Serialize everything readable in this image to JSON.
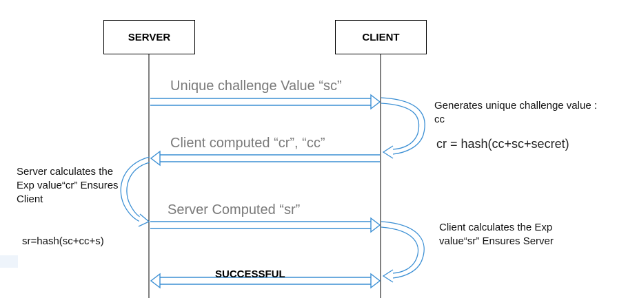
{
  "actors": {
    "server": "SERVER",
    "client": "CLIENT"
  },
  "messages": [
    {
      "label": "Unique challenge Value “sc”",
      "direction": "server-to-client"
    },
    {
      "label": "Client computed “cr”, “cc”",
      "direction": "client-to-server"
    },
    {
      "label": "Server Computed “sr”",
      "direction": "server-to-client"
    },
    {
      "label": "SUCCESSFUL",
      "direction": "both"
    }
  ],
  "notes": {
    "client_generates": "Generates unique challenge value : cc",
    "client_formula": "cr = hash(cc+sc+secret)",
    "server_calculates": "Server calculates the Exp value“cr” Ensures Client",
    "server_formula": "sr=hash(sc+cc+s)",
    "client_calculates": "Client calculates the Exp value“sr” Ensures Server"
  },
  "colors": {
    "arrow": "#3b8fd4",
    "lifeline": "#000000",
    "message_text": "#7a7a7a"
  }
}
